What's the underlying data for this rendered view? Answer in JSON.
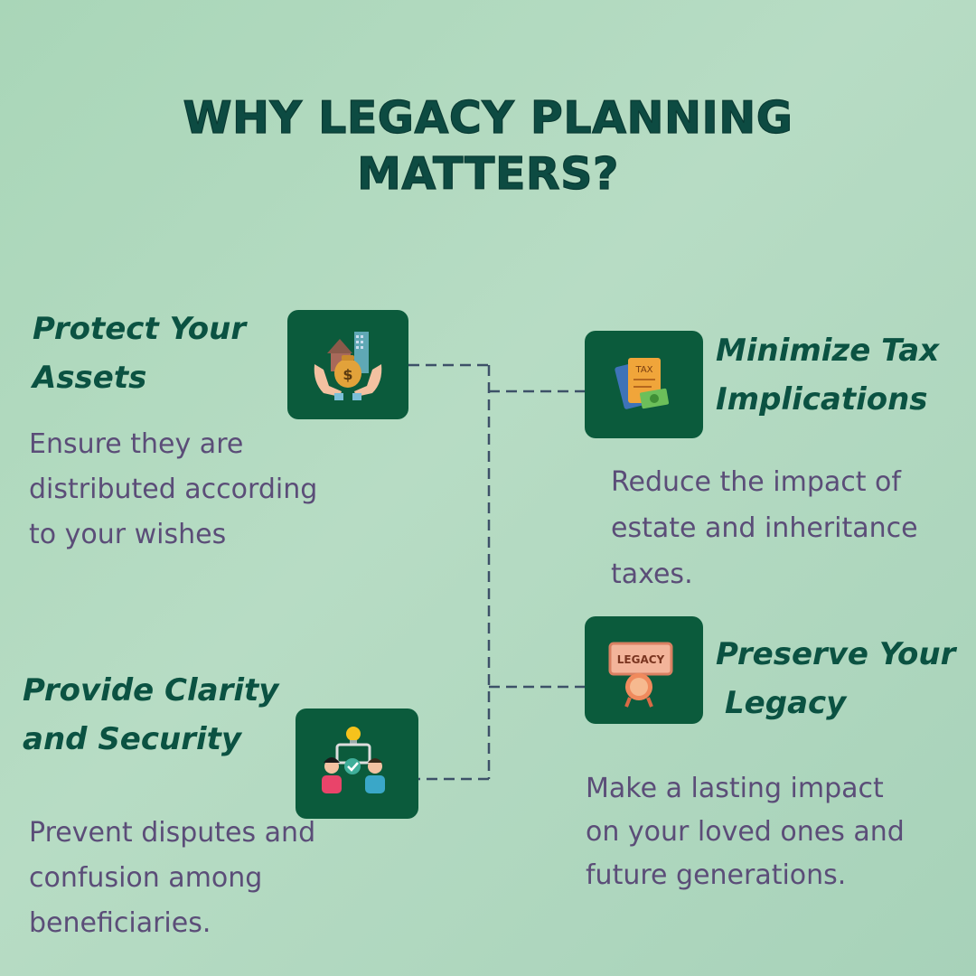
{
  "title": {
    "line1": "WHY LEGACY PLANNING",
    "line2": "MATTERS?"
  },
  "cards": {
    "protect": {
      "heading_line1": "Protect Your",
      "heading_line2": "Assets",
      "desc_line1": "Ensure they are",
      "desc_line2": "distributed according",
      "desc_line3": "to your wishes",
      "icon": "hands-money-bag-house-icon"
    },
    "tax": {
      "heading_line1": "Minimize Tax",
      "heading_line2": "Implications",
      "desc_line1": "Reduce the impact of",
      "desc_line2": "estate and inheritance",
      "desc_line3": "taxes.",
      "icon_label": "TAX",
      "icon": "tax-document-cash-icon"
    },
    "clarity": {
      "heading_line1": "Provide Clarity",
      "heading_line2": "and Security",
      "desc_line1": "Prevent disputes and",
      "desc_line2": "confusion among",
      "desc_line3": "beneficiaries.",
      "icon": "people-agreement-lightbulb-icon"
    },
    "legacy": {
      "heading_line1": "Preserve Your",
      "heading_line2": "Legacy",
      "desc_line1": "Make a lasting impact",
      "desc_line2": "on your loved ones and",
      "desc_line3": "future generations.",
      "icon_label": "LEGACY",
      "icon": "legacy-certificate-seal-icon"
    }
  },
  "colors": {
    "background": "#b0d8bf",
    "title": "#0d4b42",
    "heading": "#0b5242",
    "description": "#5b4d78",
    "icon_box": "#0b5b3c",
    "connector": "#3d5168"
  }
}
